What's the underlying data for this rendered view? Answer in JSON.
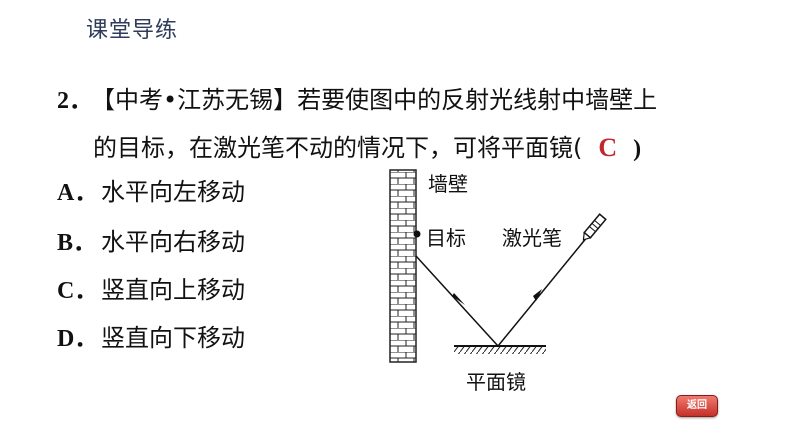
{
  "header": {
    "title": "课堂导练"
  },
  "question": {
    "number": "2．",
    "line1": "【中考•江苏无锡】若要使图中的反射光线射中墙壁上",
    "line2": "的目标，在激光笔不动的情况下，可将平面镜(",
    "answer": "C",
    "close_paren": ")"
  },
  "options": [
    {
      "letter": "A．",
      "text": "水平向左移动"
    },
    {
      "letter": "B．",
      "text": "水平向右移动"
    },
    {
      "letter": "C．",
      "text": "竖直向上移动"
    },
    {
      "letter": "D．",
      "text": "竖直向下移动"
    }
  ],
  "diagram": {
    "wall_label": "墙壁",
    "target_label": "目标",
    "laser_label": "激光笔",
    "mirror_label": "平面镜"
  },
  "nav": {
    "back_label": "返回",
    "back_icon": "return-icon"
  },
  "colors": {
    "answer": "#c0282d",
    "title": "#2f3b5a",
    "back_button": "#d9453c"
  }
}
